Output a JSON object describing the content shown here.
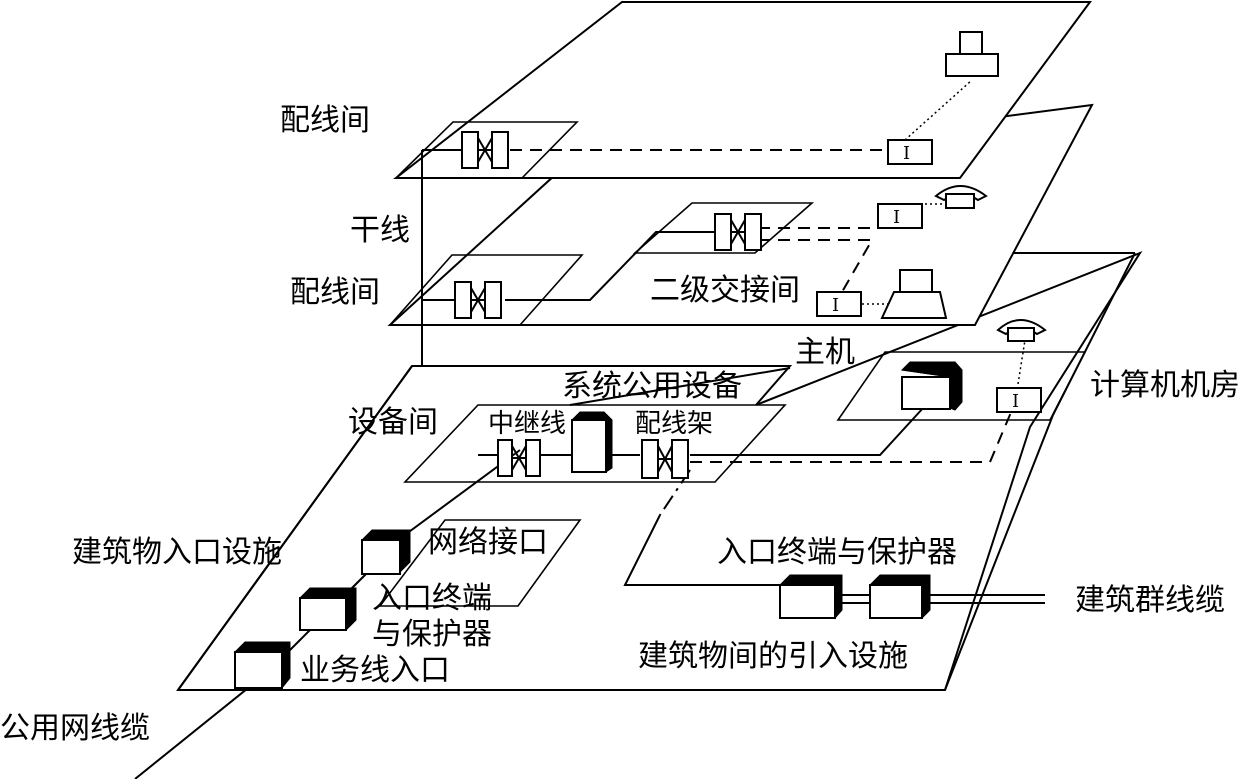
{
  "labels": {
    "top_wiring_closet": "配线间",
    "backbone": "干线",
    "mid_wiring_closet": "配线间",
    "secondary_cross_connect": "二级交接间",
    "host": "主机",
    "system_common_equipment": "系统公用设备",
    "equipment_room": "设备间",
    "trunk_line": "中继线",
    "distribution_frame": "配线架",
    "computer_room": "计算机机房",
    "building_entrance_facility": "建筑物入口设施",
    "network_interface": "网络接口",
    "entrance_terminal_protector_l1": "入口终端",
    "entrance_terminal_protector_l2": "与保护器",
    "service_line_entrance": "业务线入口",
    "public_network_cable": "公用网线缆",
    "entrance_terminal_and_protector": "入口终端与保护器",
    "campus_cable": "建筑群线缆",
    "inter_building_entrance_facility": "建筑物间的引入设施"
  },
  "outlet_label": "I",
  "icons": [
    "terminal-icon",
    "telephone-icon",
    "computer-host-icon",
    "cross-connect-icon",
    "equipment-box-icon",
    "information-outlet-icon"
  ]
}
